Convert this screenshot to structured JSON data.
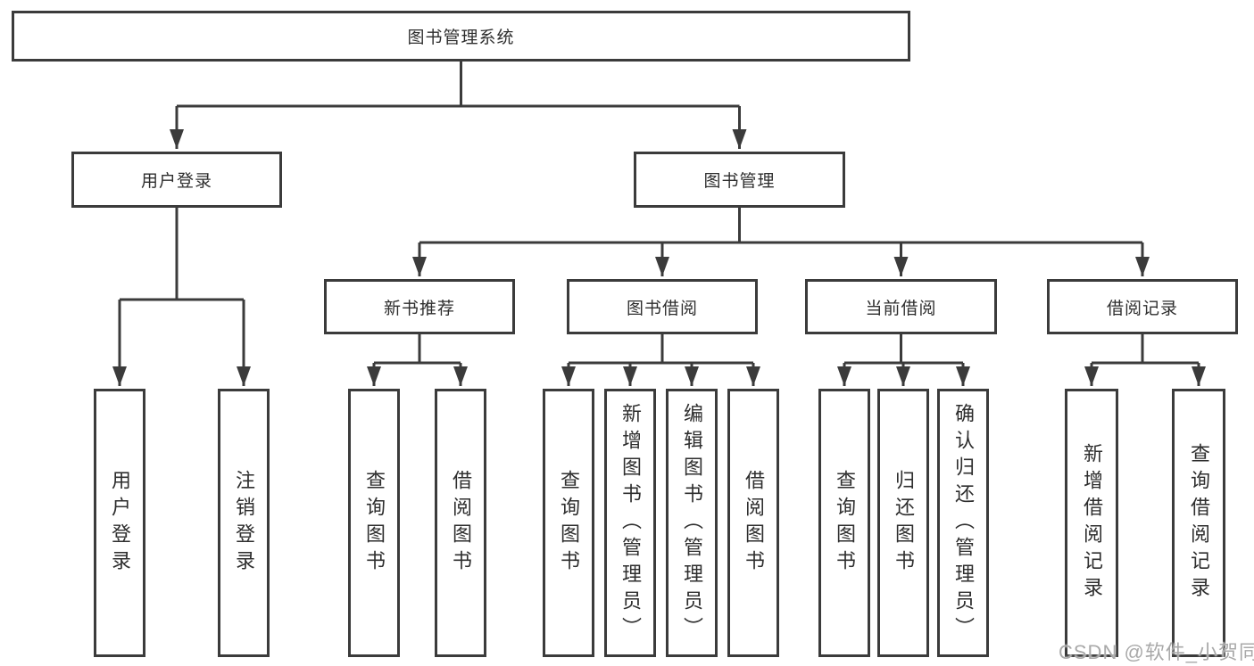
{
  "tree": {
    "root": "图书管理系统",
    "children": [
      {
        "label": "用户登录",
        "children": [
          "用户登录",
          "注销登录"
        ]
      },
      {
        "label": "图书管理",
        "children": [
          {
            "label": "新书推荐",
            "children": [
              "查询图书",
              "借阅图书"
            ]
          },
          {
            "label": "图书借阅",
            "children": [
              "查询图书",
              "新增图书（管理员）",
              "编辑图书（管理员）",
              "借阅图书"
            ]
          },
          {
            "label": "当前借阅",
            "children": [
              "查询图书",
              "归还图书",
              "确认归还（管理员）"
            ]
          },
          {
            "label": "借阅记录",
            "children": [
              "新增借阅记录",
              "查询借阅记录"
            ]
          }
        ]
      }
    ]
  },
  "watermark": {
    "text": "CSDN @软件_小贺同学"
  },
  "colors": {
    "line": "#3b3b3b",
    "box_border": "#3b3b3b",
    "text": "#2e2e2e",
    "watermark": "#a9a9a9",
    "background": "#ffffff"
  }
}
